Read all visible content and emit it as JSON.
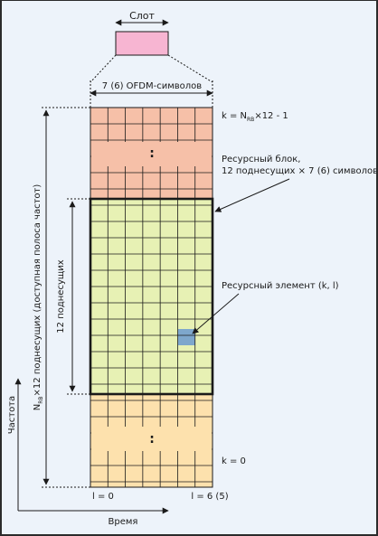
{
  "slot_label": "Слот",
  "symbols_label": "7 (6) OFDM-символов",
  "k_top": {
    "prefix": "k = N",
    "subscript": "RB",
    "suffix": "×12 - 1"
  },
  "k_bottom": "k = 0",
  "rb_label_line1": "Ресурсный блок,",
  "rb_label_line2": "12 поднесущих × 7 (6) символов",
  "re_label": "Ресурсный элемент (k, l)",
  "subcarriers_label": "12 поднесущих",
  "bandwidth_label": {
    "prefix": "N",
    "subscript": "RB",
    "suffix": "×12 поднесущих (доступная полоса частот)"
  },
  "l_start_label": "l = 0",
  "l_end_label": "l = 6 (5)",
  "ellipsis": ":",
  "freq_axis_label": "Частота",
  "time_axis_label": "Время",
  "colors": {
    "slot_fill": "#f7b5d2",
    "pink_band": "#f6c0a8",
    "green_block": "#e7f1b4",
    "yellow_band": "#fde1ad",
    "resource_element": "#7ea7cc",
    "background": "#edf3fa"
  }
}
